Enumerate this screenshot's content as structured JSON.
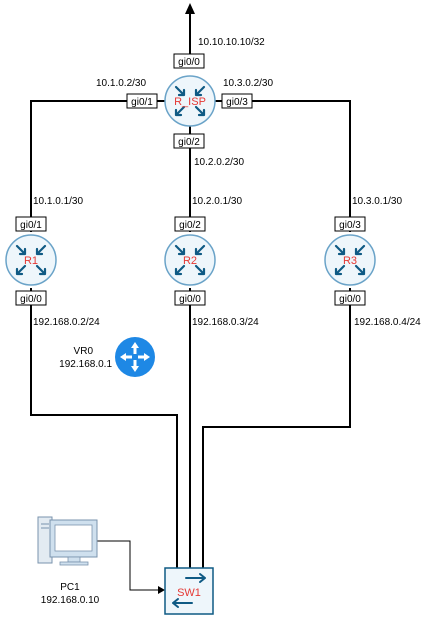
{
  "colors": {
    "link": "#000000",
    "router_fill": "#eef6fb",
    "router_stroke": "#6aa3c8",
    "router_name": "#e53935",
    "arrow_blue": "#0f5a84",
    "vrouter_fill": "#1e88e5",
    "switch_fill": "#eef6fb"
  },
  "uplink": {
    "address": "10.10.10.10/32"
  },
  "r_isp": {
    "name": "R_ISP",
    "ports": {
      "top": "gi0/0",
      "left": "gi0/1",
      "right": "gi0/3",
      "bottom": "gi0/2"
    },
    "left_addr": "10.1.0.2/30",
    "right_addr": "10.3.0.2/30",
    "bottom_addr": "10.2.0.2/30"
  },
  "r1": {
    "name": "R1",
    "port_top": "gi0/1",
    "port_bottom": "gi0/0",
    "top_addr": "10.1.0.1/30",
    "lan_addr": "192.168.0.2/24"
  },
  "r2": {
    "name": "R2",
    "port_top": "gi0/2",
    "port_bottom": "gi0/0",
    "top_addr": "10.2.0.1/30",
    "lan_addr": "192.168.0.3/24"
  },
  "r3": {
    "name": "R3",
    "port_top": "gi0/3",
    "port_bottom": "gi0/0",
    "top_addr": "10.3.0.1/30",
    "lan_addr": "192.168.0.4/24"
  },
  "vr0": {
    "name": "VR0",
    "address": "192.168.0.1",
    "icon": "virtual-router-icon"
  },
  "pc1": {
    "name": "PC1",
    "address": "192.168.0.10",
    "icon": "desktop-pc-icon"
  },
  "sw1": {
    "name": "SW1",
    "icon": "switch-icon"
  }
}
